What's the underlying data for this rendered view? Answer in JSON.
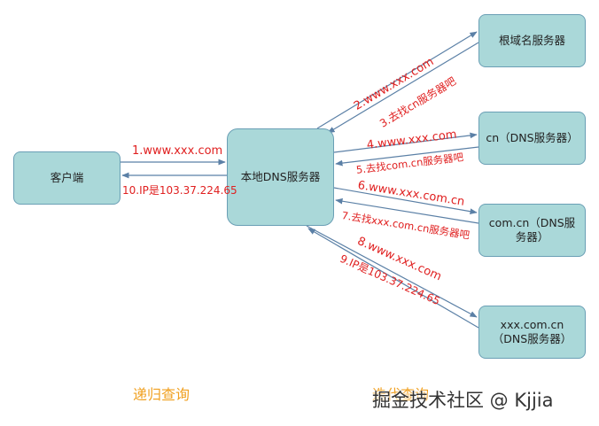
{
  "nodes": {
    "client": "客户端",
    "local": "本地DNS服务器",
    "root": "根域名服务器",
    "cn": "cn（DNS服务器）",
    "comcn": "com.cn（DNS服务器）",
    "xxx": "xxx.com.cn（DNS服务器）"
  },
  "edge_labels": {
    "e1": "1.www.xxx.com",
    "e2": "2.www.xxx.com",
    "e3": "3.去找cn服务器吧",
    "e4": "4.www.xxx.com",
    "e5": "5.去找com.cn服务器吧",
    "e6": "6.www.xxx.com.cn",
    "e7": "7.去找xxx.com.cn服务器吧",
    "e8": "8.www.xxx.com",
    "e9": "9.IP是103.37.224.65",
    "e10": "10.IP是103.37.224.65"
  },
  "captions": {
    "left": "递归查询",
    "right": "迭代查询"
  },
  "watermark": "掘金技术社区 @ Kjjia",
  "colors": {
    "node_fill": "#aad8d9",
    "node_border": "#6a9fb5",
    "arrow": "#5b80a6",
    "label": "#e02020",
    "caption": "#f0a020"
  }
}
